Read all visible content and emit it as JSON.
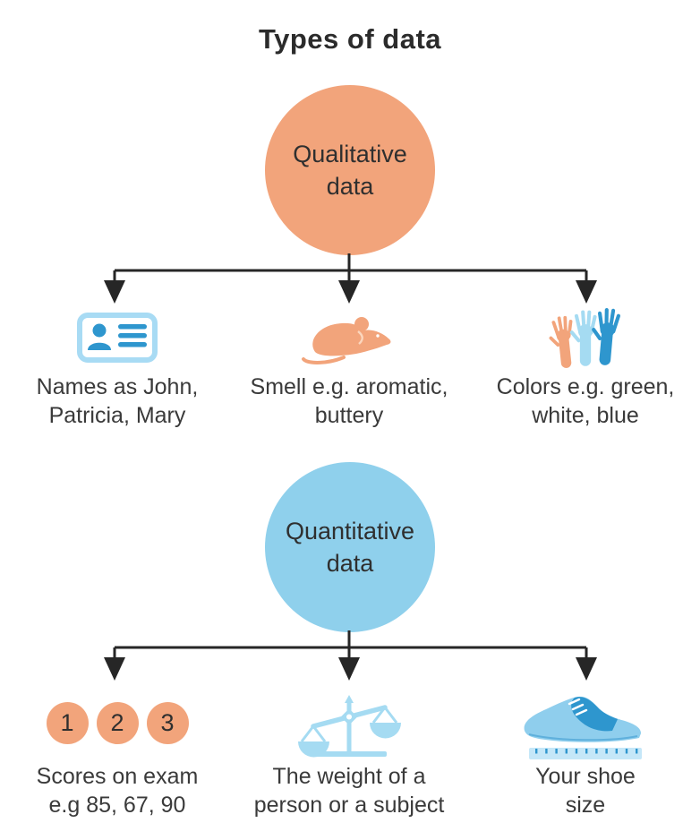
{
  "title": "Types of data",
  "colors": {
    "orange": "#F2A47B",
    "blue_circle": "#8FD0EC",
    "light_blue": "#A5DBF2",
    "mid_blue": "#2E96CE",
    "ruler_blue": "#C5E7F8",
    "line": "#262626",
    "text": "#3A3A3A"
  },
  "sections": [
    {
      "name": "qualitative",
      "circle_label": "Qualitative\ndata",
      "items": [
        {
          "icon": "id-card-icon",
          "label": "Names as John,\nPatricia, Mary"
        },
        {
          "icon": "mouse-icon",
          "label": "Smell e.g. aromatic,\nbuttery"
        },
        {
          "icon": "raised-hands-icon",
          "label": "Colors e.g. green,\nwhite, blue"
        }
      ]
    },
    {
      "name": "quantitative",
      "circle_label": "Quantitative\ndata",
      "items": [
        {
          "icon": "numbered-circles-icon",
          "badges": [
            "1",
            "2",
            "3"
          ],
          "label": "Scores on exam\ne.g 85, 67, 90"
        },
        {
          "icon": "balance-scale-icon",
          "label": "The weight of a\nperson or a subject"
        },
        {
          "icon": "shoe-ruler-icon",
          "label": "Your shoe\nsize"
        }
      ]
    }
  ]
}
